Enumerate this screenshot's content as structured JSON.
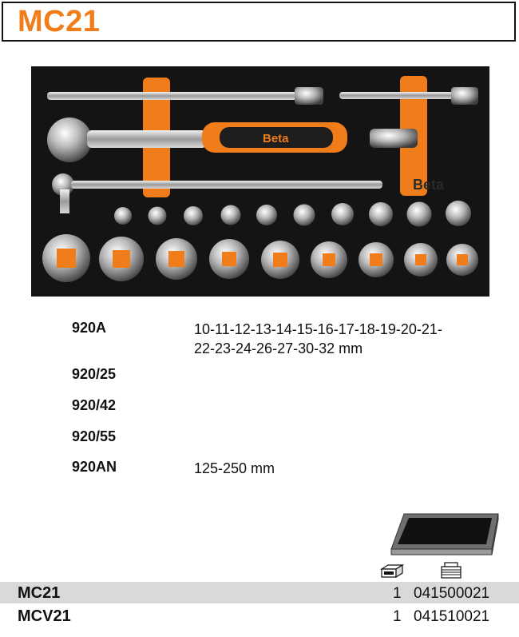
{
  "header": {
    "title": "MC21"
  },
  "photo": {
    "logo_text": "Beta"
  },
  "specs": [
    {
      "code": "920A",
      "lines": [
        "10-11-12-13-14-15-16-17-18-19-20-21-",
        "22-23-24-26-27-30-32 mm"
      ]
    },
    {
      "code": "920/25",
      "lines": []
    },
    {
      "code": "920/42",
      "lines": []
    },
    {
      "code": "920/55",
      "lines": []
    },
    {
      "code": "920AN",
      "lines": [
        "125-250 mm"
      ]
    }
  ],
  "icons": {
    "tray": "tray-icon",
    "open_box": "open-box-icon",
    "cabinet": "cabinet-icon"
  },
  "products": [
    {
      "name": "MC21",
      "qty": "1",
      "number": "041500021"
    },
    {
      "name": "MCV21",
      "qty": "1",
      "number": "041510021"
    }
  ],
  "colors": {
    "accent": "#f07d1a",
    "foam": "#141414",
    "row_shade": "#d9d9d9"
  }
}
